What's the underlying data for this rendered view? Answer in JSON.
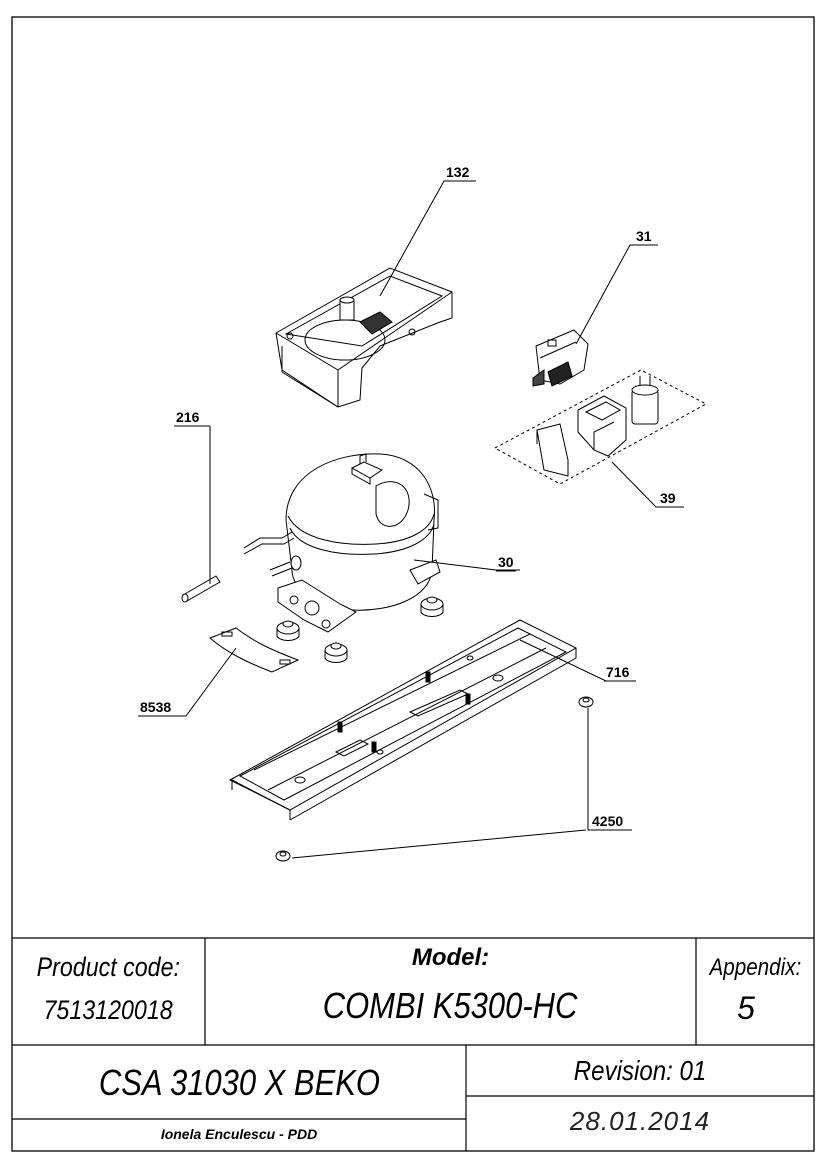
{
  "callouts": {
    "p132": "132",
    "p31": "31",
    "p216": "216",
    "p39": "39",
    "p30": "30",
    "p716": "716",
    "p8538": "8538",
    "p4250": "4250"
  },
  "title_block": {
    "product_code_label": "Product code:",
    "product_code": "7513120018",
    "model_label": "Model:",
    "model": "COMBI K5300-HC",
    "appendix_label": "Appendix:",
    "appendix": "5",
    "part_name": "CSA 31030 X BEKO",
    "revision_label": "Revision: 01",
    "date": "28.01.2014",
    "author": "Ionela Enculescu - PDD"
  }
}
